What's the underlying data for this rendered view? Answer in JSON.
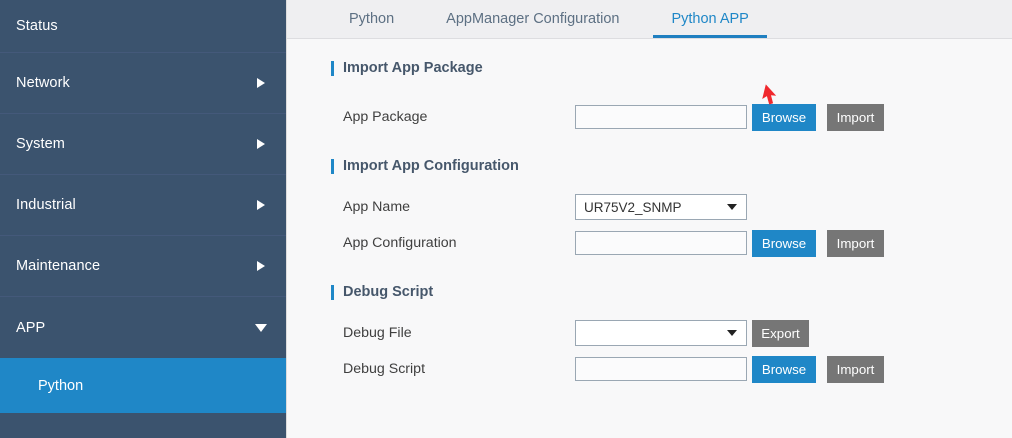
{
  "sidebar": {
    "items": [
      {
        "label": "Status",
        "icon": "",
        "expanded": false,
        "has_children": false
      },
      {
        "label": "Network",
        "icon": "chevron-right-icon",
        "expanded": false,
        "has_children": true
      },
      {
        "label": "System",
        "icon": "chevron-right-icon",
        "expanded": false,
        "has_children": true
      },
      {
        "label": "Industrial",
        "icon": "chevron-right-icon",
        "expanded": false,
        "has_children": true
      },
      {
        "label": "Maintenance",
        "icon": "chevron-right-icon",
        "expanded": false,
        "has_children": true
      },
      {
        "label": "APP",
        "icon": "chevron-down-icon",
        "expanded": true,
        "has_children": true
      }
    ],
    "sub_items": [
      {
        "label": "Python",
        "parent": "APP",
        "selected": true
      }
    ],
    "colors": {
      "background": "#3b536e",
      "selected": "#1f87c7",
      "text": "#ffffff"
    }
  },
  "tabs": [
    {
      "label": "Python",
      "active": false
    },
    {
      "label": "AppManager Configuration",
      "active": false
    },
    {
      "label": "Python APP",
      "active": true
    }
  ],
  "sections": [
    {
      "title": "Import App Package",
      "rows": [
        {
          "label": "App Package",
          "control": "text",
          "value": "",
          "placeholder": "",
          "buttons": [
            {
              "label": "Browse",
              "style": "primary"
            },
            {
              "label": "Import",
              "style": "secondary"
            }
          ]
        }
      ]
    },
    {
      "title": "Import App Configuration",
      "rows": [
        {
          "label": "App Name",
          "control": "select",
          "value": "UR75V2_SNMP",
          "options": [
            "UR75V2_SNMP"
          ],
          "buttons": []
        },
        {
          "label": "App Configuration",
          "control": "text",
          "value": "",
          "placeholder": "",
          "buttons": [
            {
              "label": "Browse",
              "style": "primary"
            },
            {
              "label": "Import",
              "style": "secondary"
            }
          ]
        }
      ]
    },
    {
      "title": "Debug Script",
      "rows": [
        {
          "label": "Debug File",
          "control": "select",
          "value": "",
          "options": [
            ""
          ],
          "buttons": [
            {
              "label": "Export",
              "style": "secondary"
            }
          ]
        },
        {
          "label": "Debug Script",
          "control": "text",
          "value": "",
          "placeholder": "",
          "buttons": [
            {
              "label": "Browse",
              "style": "primary"
            },
            {
              "label": "Import",
              "style": "secondary"
            }
          ]
        }
      ]
    }
  ],
  "cursor": {
    "name": "red-pointer-arrow",
    "color": "#f0282d",
    "points_to": "Browse"
  },
  "theme": {
    "accent": "#1f87c7",
    "tab_underline": "#1f7fc0",
    "secondary_button": "#767676",
    "section_title_text": "#46576b",
    "content_background": "#f8f8f9",
    "tabbar_background": "#efeff1"
  }
}
